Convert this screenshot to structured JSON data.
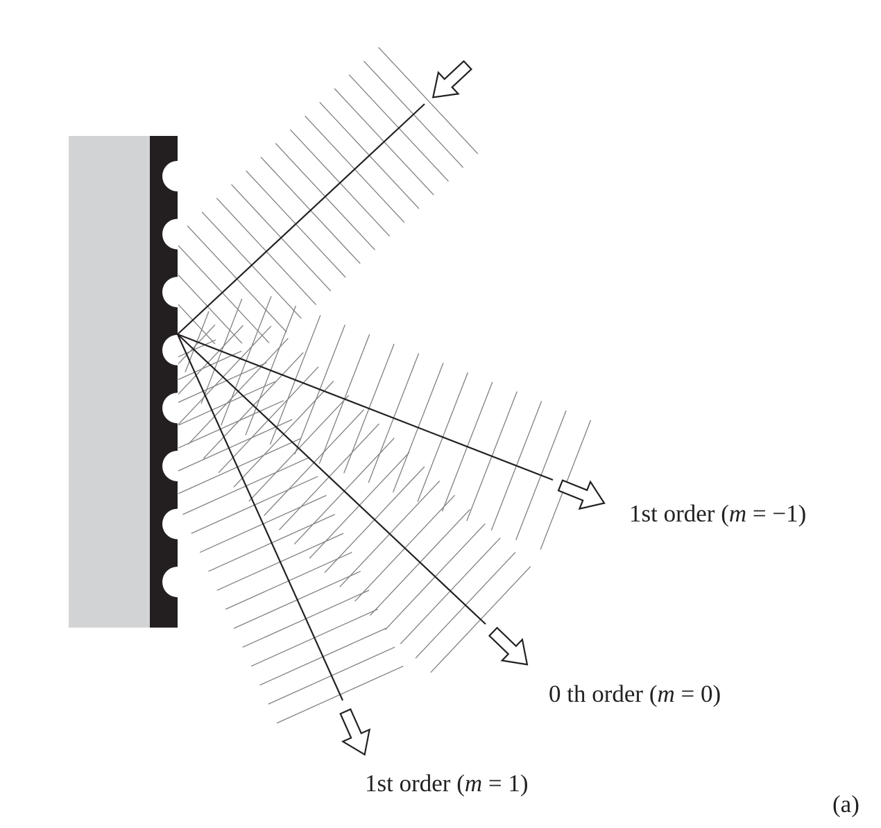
{
  "figure_tag": "(a)",
  "colors": {
    "substrate": "#d1d3d4",
    "grating": "#231f20",
    "ray": "#231f20",
    "wavefront": "#808080"
  },
  "labels": {
    "m_minus1": {
      "prefix": "1st order (",
      "var": "m",
      "suffix": " = −1)"
    },
    "m_zero": {
      "prefix": "0 th order (",
      "var": "m",
      "suffix": " = 0)"
    },
    "m_plus1": {
      "prefix": "1st order (",
      "var": "m",
      "suffix": " = 1)"
    }
  },
  "grating_grooves": 8
}
